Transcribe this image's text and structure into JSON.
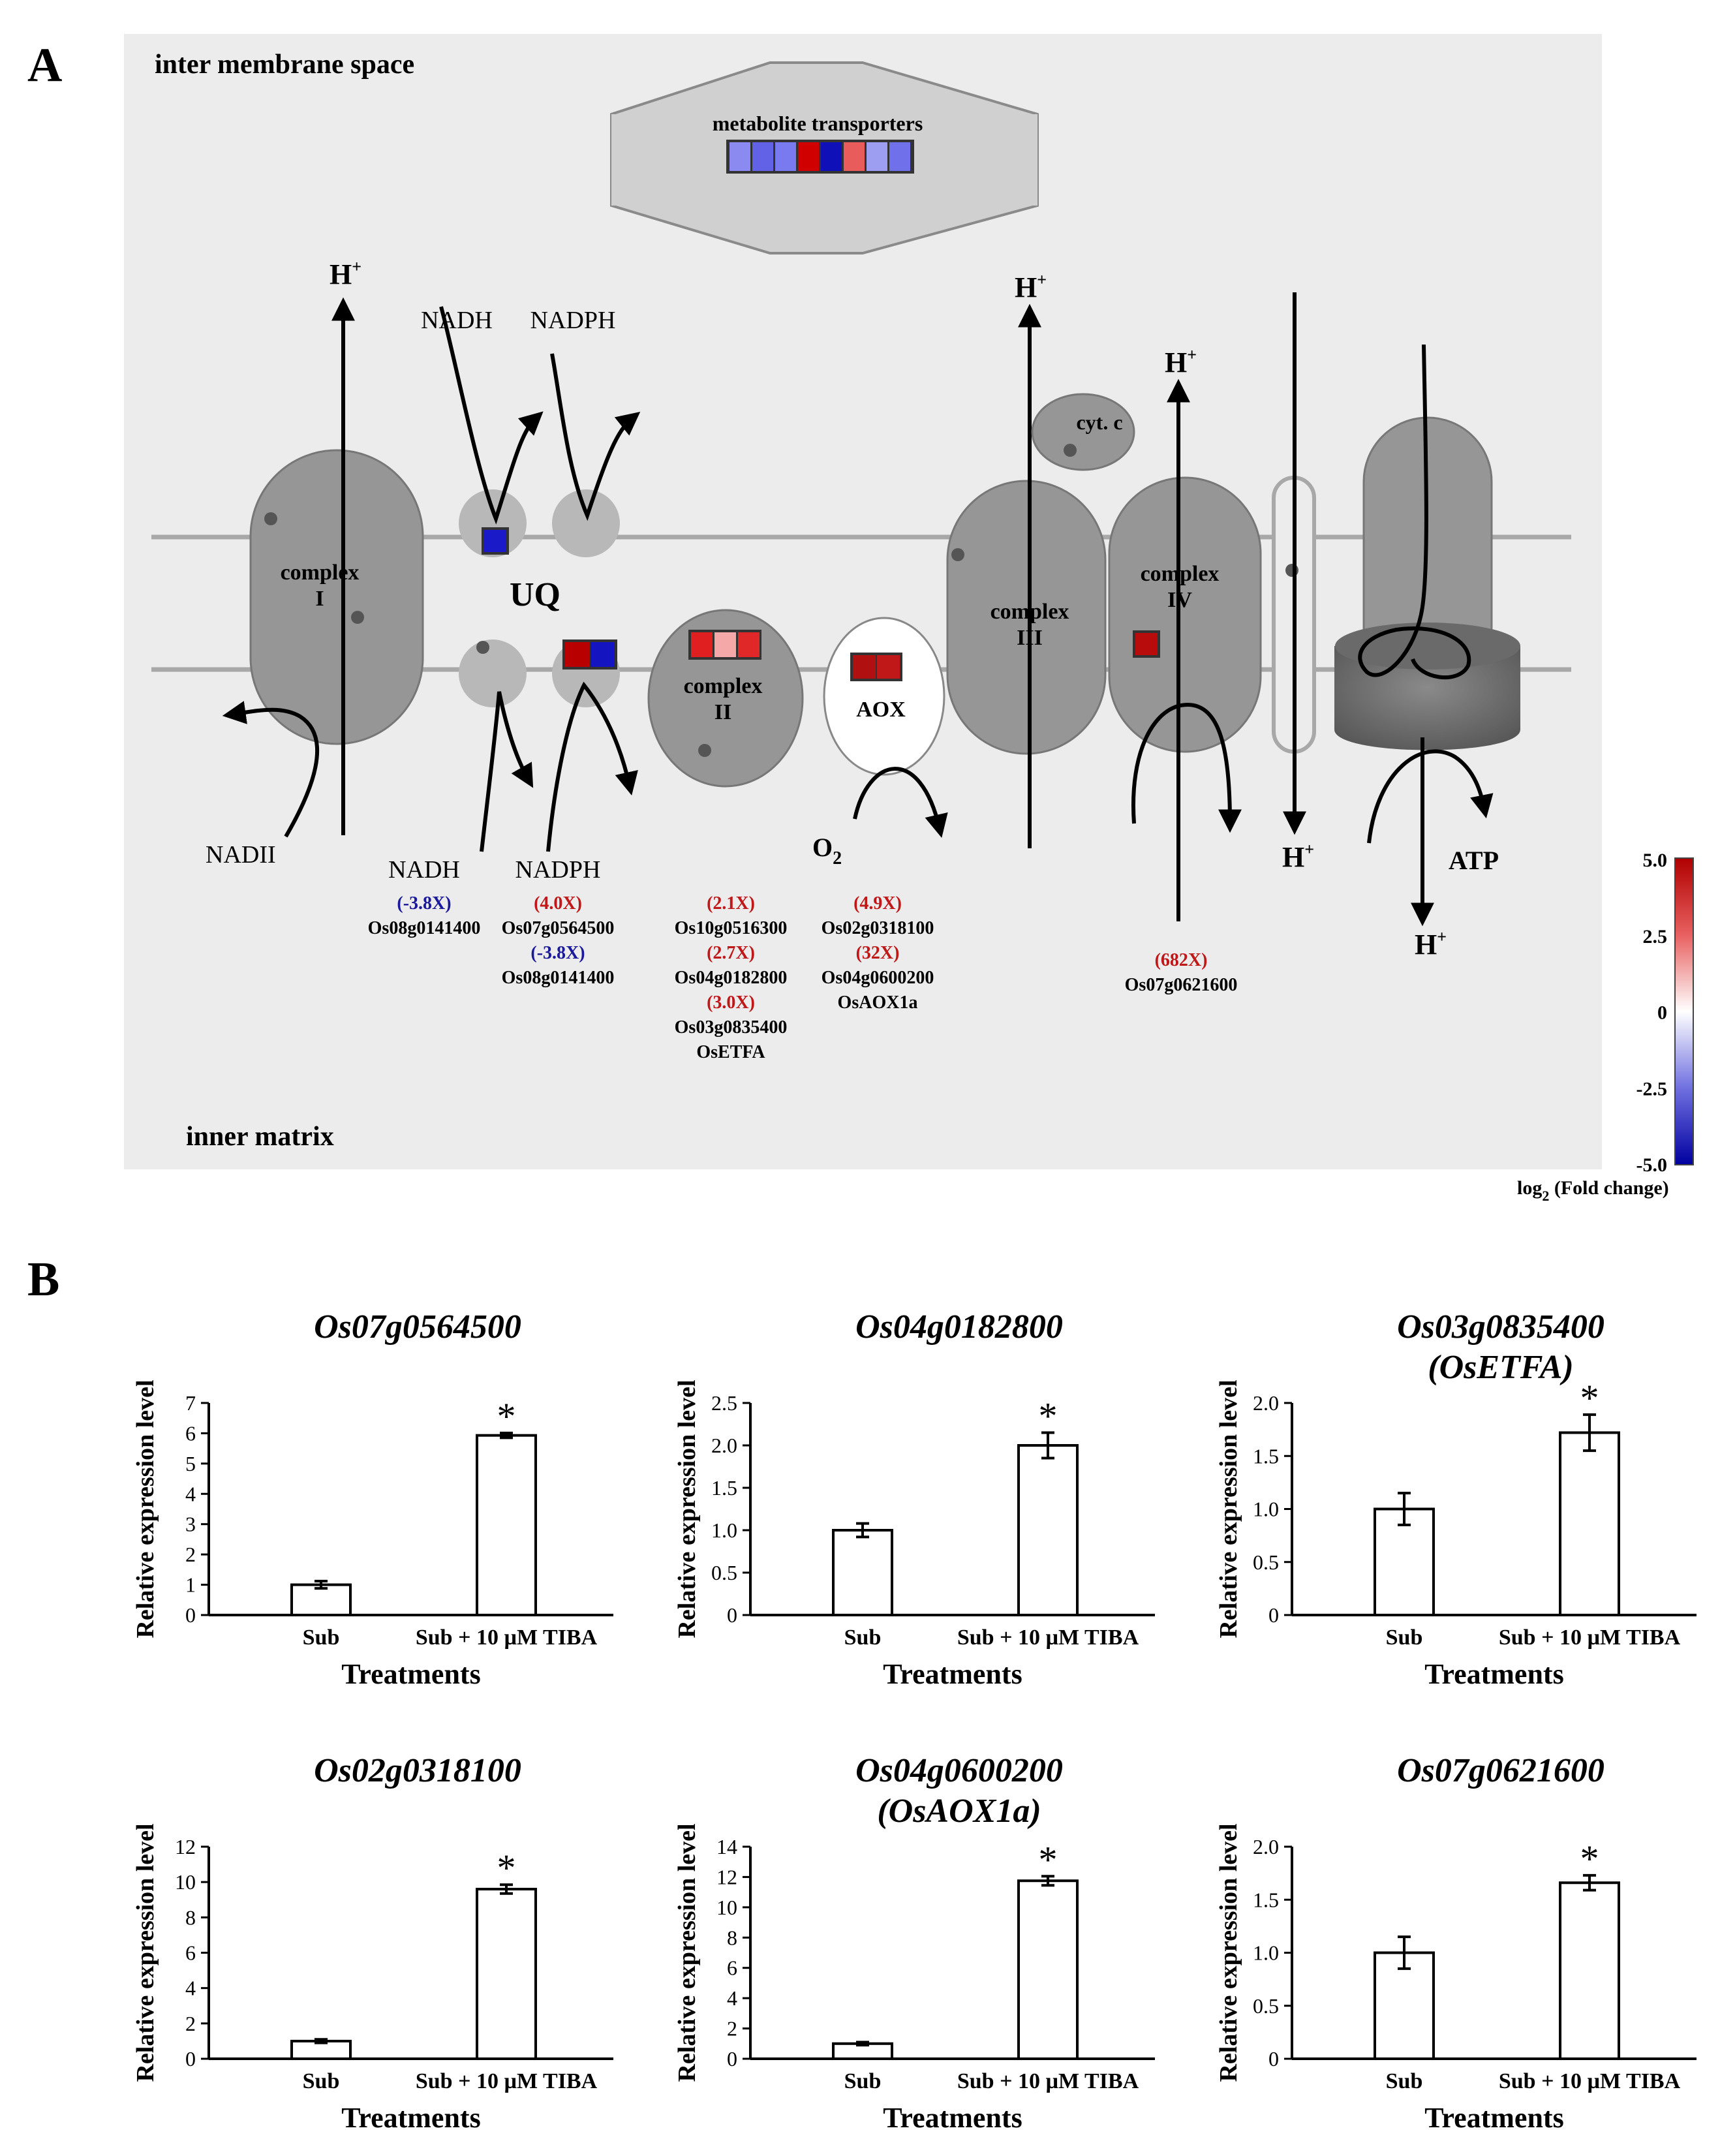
{
  "panel_a": {
    "label": "A",
    "inter_membrane_space": "inter membrane space",
    "inner_matrix": "inner matrix",
    "metabolite_transporters": "metabolite transporters",
    "transporter_tiles": [
      "#8a8af0",
      "#6262e6",
      "#7a7af0",
      "#d00000",
      "#1010b8",
      "#e85c5c",
      "#9d9df2",
      "#7070ea"
    ],
    "proton": "H",
    "proton_sup": "+",
    "labels": {
      "nadh_top": "NADH",
      "nadph_top": "NADPH",
      "uq": "UQ",
      "cyt_c": "cyt. c",
      "complex_i": "complex",
      "complex_i_num": "I",
      "complex_ii": "complex",
      "complex_ii_num": "II",
      "complex_iii": "complex",
      "complex_iii_num": "III",
      "complex_iv": "complex",
      "complex_iv_num": "IV",
      "aox": "AOX",
      "nadh_left": "NADII",
      "nadh_bottom": "NADH",
      "nadph_bottom": "NADPH",
      "o2": "O",
      "o2_sub": "2",
      "atp": "ATP"
    },
    "tiles": {
      "uq_top": [
        "#1a1ac8"
      ],
      "nadph_bottom": [
        "#b80000",
        "#1414c0"
      ],
      "complex_ii": [
        "#e02020",
        "#f4a8a8",
        "#e02828"
      ],
      "aox": [
        "#b01010",
        "#c01818"
      ],
      "complex_iv": [
        "#b80c0c"
      ]
    },
    "annotations": {
      "col1": [
        {
          "t": "(-3.8X)",
          "c": "#1a1a9a"
        },
        {
          "t": "Os08g0141400",
          "c": "#000000"
        }
      ],
      "col2": [
        {
          "t": "(4.0X)",
          "c": "#c01818"
        },
        {
          "t": "Os07g0564500",
          "c": "#000000"
        },
        {
          "t": "(-3.8X)",
          "c": "#1a1a9a"
        },
        {
          "t": "Os08g0141400",
          "c": "#000000"
        }
      ],
      "col3": [
        {
          "t": "(2.1X)",
          "c": "#c01818"
        },
        {
          "t": "Os10g0516300",
          "c": "#000000"
        },
        {
          "t": "(2.7X)",
          "c": "#c01818"
        },
        {
          "t": "Os04g0182800",
          "c": "#000000"
        },
        {
          "t": "(3.0X)",
          "c": "#c01818"
        },
        {
          "t": "Os03g0835400",
          "c": "#000000"
        },
        {
          "t": "OsETFA",
          "c": "#000000"
        }
      ],
      "col4": [
        {
          "t": "(4.9X)",
          "c": "#c01818"
        },
        {
          "t": "Os02g0318100",
          "c": "#000000"
        },
        {
          "t": "(32X)",
          "c": "#c01818"
        },
        {
          "t": "Os04g0600200",
          "c": "#000000"
        },
        {
          "t": "OsAOX1a",
          "c": "#000000"
        }
      ],
      "col5": [
        {
          "t": "(682X)",
          "c": "#c01818"
        },
        {
          "t": "Os07g0621600",
          "c": "#000000"
        }
      ]
    },
    "colorbar": {
      "ticks": [
        "5.0",
        "2.5",
        "0",
        "-2.5",
        "-5.0"
      ],
      "label_main": "log",
      "label_sub": "2",
      "label_rest": " (Fold change)"
    }
  },
  "panel_b": {
    "label": "B",
    "ylabel": "Relative expression level",
    "xlabel": "Treatments",
    "categories": [
      "Sub",
      "Sub + 10 µM TIBA"
    ],
    "sig": "*"
  },
  "chart_data": [
    {
      "type": "bar",
      "title": "Os07g0564500",
      "subtitle": "",
      "categories": [
        "Sub",
        "Sub + 10 µM TIBA"
      ],
      "values": [
        1.0,
        5.93
      ],
      "errors": [
        0.12,
        0.08
      ],
      "yticks": [
        "0",
        "1",
        "2",
        "3",
        "4",
        "5",
        "6",
        "7"
      ],
      "ylim": [
        0,
        7
      ],
      "xlabel": "Treatments",
      "ylabel": "Relative expression level",
      "significant": [
        false,
        true
      ]
    },
    {
      "type": "bar",
      "title": "Os04g0182800",
      "subtitle": "",
      "categories": [
        "Sub",
        "Sub + 10 µM TIBA"
      ],
      "values": [
        1.0,
        2.0
      ],
      "errors": [
        0.08,
        0.15
      ],
      "yticks": [
        "0",
        "0.5",
        "1.0",
        "1.5",
        "2.0",
        "2.5"
      ],
      "ylim": [
        0,
        2.5
      ],
      "xlabel": "Treatments",
      "ylabel": "Relative expression level",
      "significant": [
        false,
        true
      ]
    },
    {
      "type": "bar",
      "title": "Os03g0835400",
      "subtitle": "(OsETFA)",
      "categories": [
        "Sub",
        "Sub + 10 µM TIBA"
      ],
      "values": [
        1.0,
        1.72
      ],
      "errors": [
        0.15,
        0.17
      ],
      "yticks": [
        "0",
        "0.5",
        "1.0",
        "1.5",
        "2.0"
      ],
      "ylim": [
        0,
        2.0
      ],
      "xlabel": "Treatments",
      "ylabel": "Relative expression level",
      "significant": [
        false,
        true
      ]
    },
    {
      "type": "bar",
      "title": "Os02g0318100",
      "subtitle": "",
      "categories": [
        "Sub",
        "Sub + 10 µM TIBA"
      ],
      "values": [
        1.0,
        9.6
      ],
      "errors": [
        0.1,
        0.25
      ],
      "yticks": [
        "0",
        "2",
        "4",
        "6",
        "8",
        "10",
        "12"
      ],
      "ylim": [
        0,
        12
      ],
      "xlabel": "Treatments",
      "ylabel": "Relative expression level",
      "significant": [
        false,
        true
      ]
    },
    {
      "type": "bar",
      "title": "Os04g0600200",
      "subtitle": "(OsAOX1a)",
      "categories": [
        "Sub",
        "Sub + 10 µM TIBA"
      ],
      "values": [
        1.0,
        11.75
      ],
      "errors": [
        0.1,
        0.3
      ],
      "yticks": [
        "0",
        "2",
        "4",
        "6",
        "8",
        "10",
        "12",
        "14"
      ],
      "ylim": [
        0,
        14
      ],
      "xlabel": "Treatments",
      "ylabel": "Relative expression level",
      "significant": [
        false,
        true
      ]
    },
    {
      "type": "bar",
      "title": "Os07g0621600",
      "subtitle": "",
      "categories": [
        "Sub",
        "Sub + 10 µM TIBA"
      ],
      "values": [
        1.0,
        1.66
      ],
      "errors": [
        0.15,
        0.07
      ],
      "yticks": [
        "0",
        "0.5",
        "1.0",
        "1.5",
        "2.0"
      ],
      "ylim": [
        0,
        2.0
      ],
      "xlabel": "Treatments",
      "ylabel": "Relative expression level",
      "significant": [
        false,
        true
      ]
    }
  ]
}
